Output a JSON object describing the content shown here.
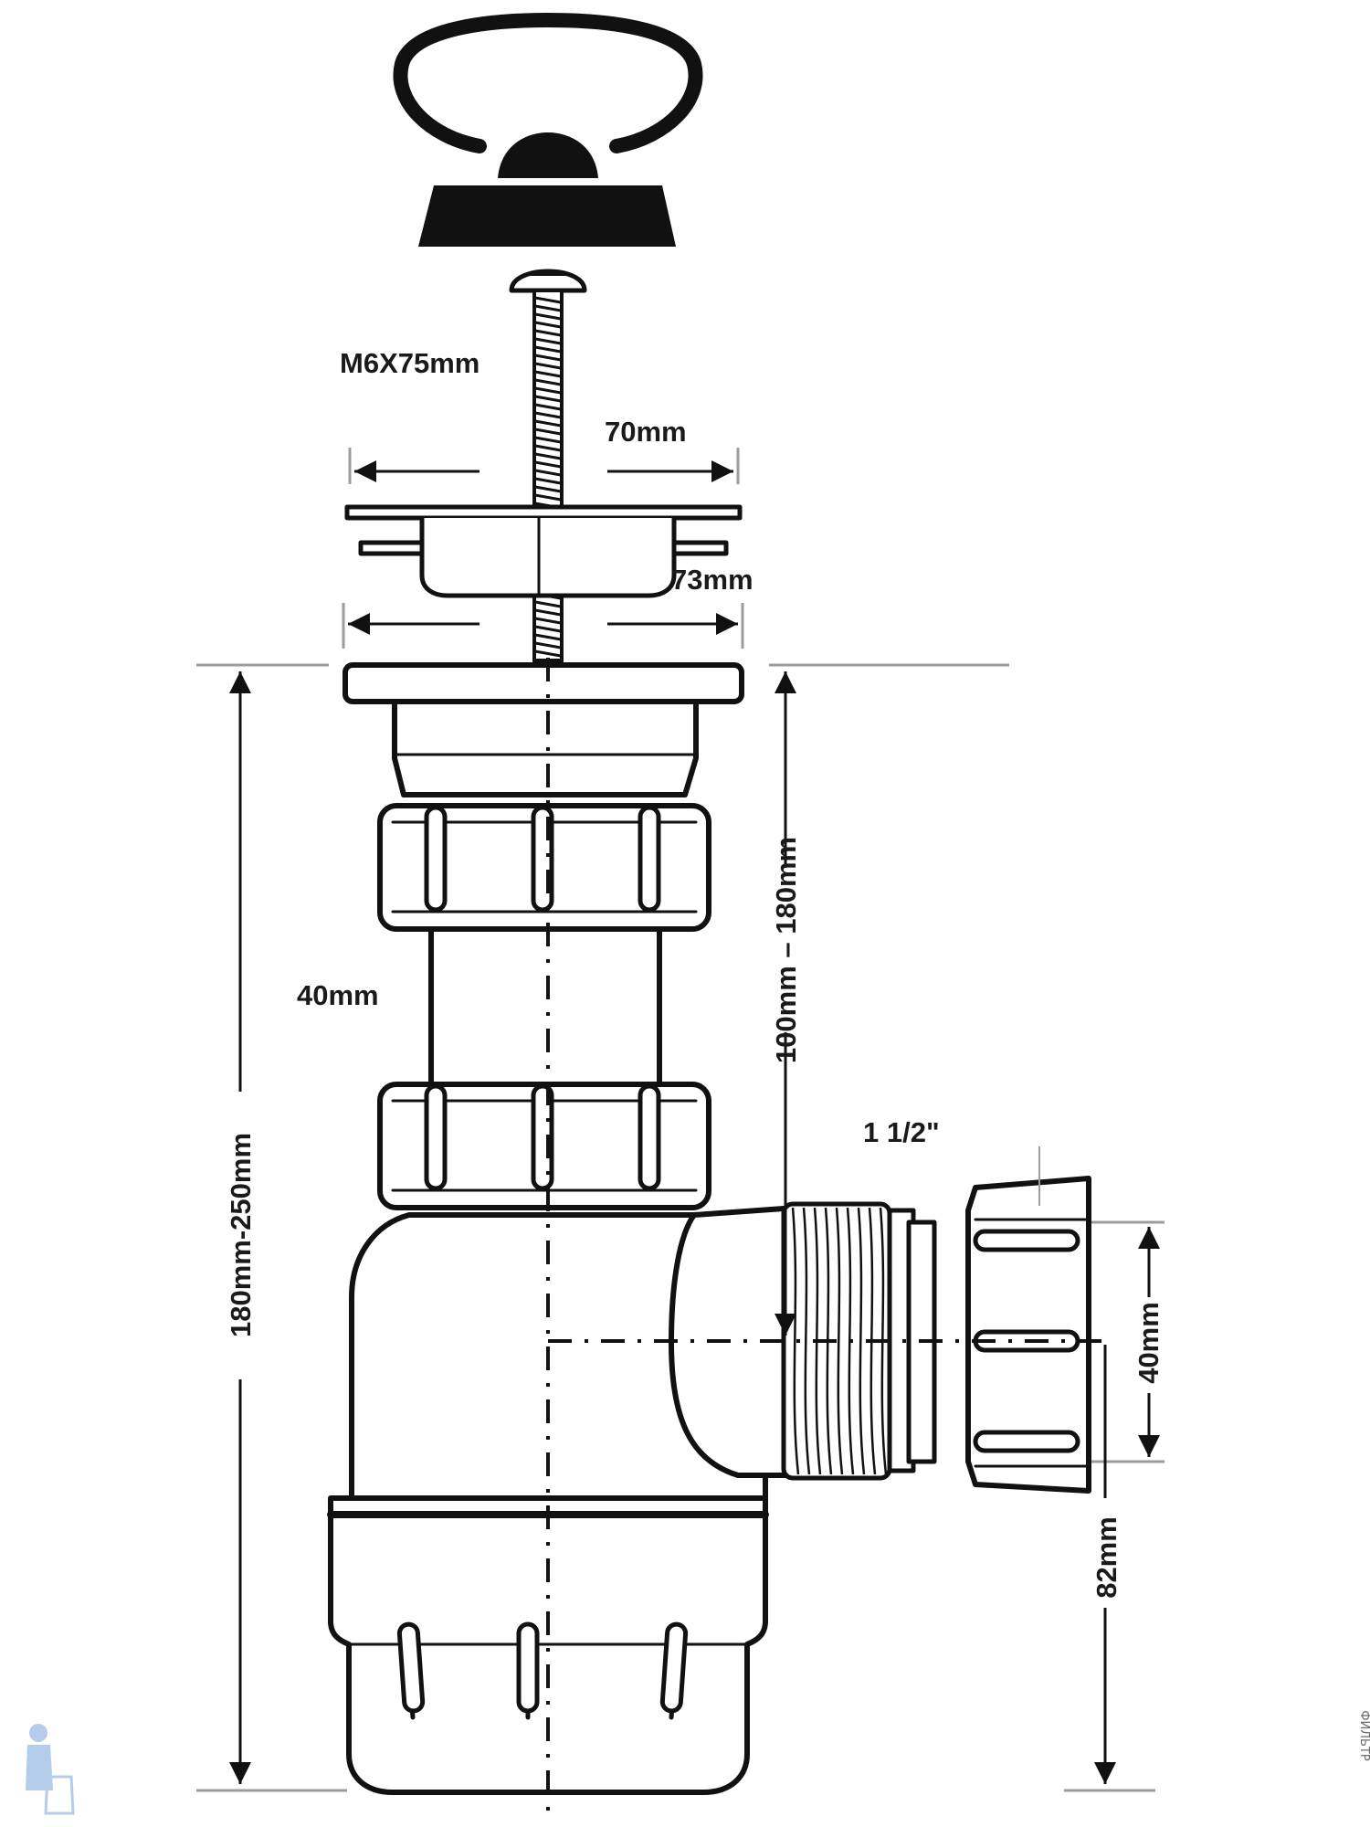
{
  "labels": {
    "screw": "M6X75mm",
    "plate_width": "70mm",
    "strainer_width": "73mm",
    "pipe_diameter": "40mm",
    "adjustable_height": "100mm – 180mm",
    "total_height": "180mm-250mm",
    "thread": "1 1/2\"",
    "outlet_diameter": "40mm",
    "outlet_height": "82mm"
  },
  "watermark": "ФИЛЬТР"
}
